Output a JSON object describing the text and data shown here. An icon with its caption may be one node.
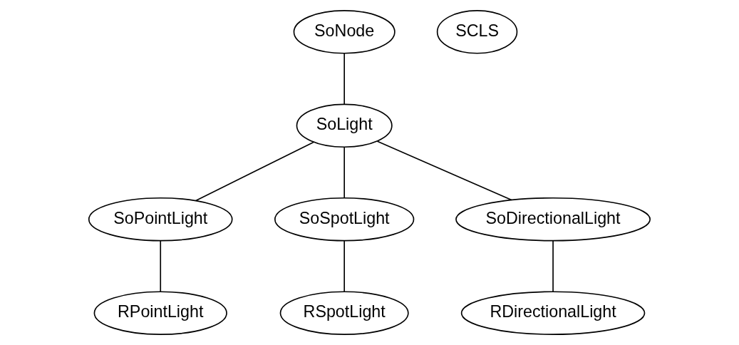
{
  "diagram": {
    "nodes": [
      {
        "text": [
          "SoNode"
        ]
      },
      {
        "text": [
          "SoLight"
        ]
      },
      {
        "text": [
          "SoPointLight"
        ]
      },
      {
        "text": [
          "SoSpotLight"
        ]
      },
      {
        "text": [
          "SoDirectionalLight"
        ]
      },
      {
        "text": [
          "RPointLight"
        ]
      },
      {
        "text": [
          "RSpotLight"
        ]
      },
      {
        "text": [
          "RDirectionalLight"
        ]
      },
      {
        "text": [
          "SCLS"
        ]
      }
    ],
    "edges": [
      {
        "from": 0,
        "to": 1,
        "arrow": "none"
      },
      {
        "from": 1,
        "to": 2,
        "arrow": "none"
      },
      {
        "from": 1,
        "to": 3,
        "arrow": "none"
      },
      {
        "from": 1,
        "to": 4,
        "arrow": "none"
      },
      {
        "from": 2,
        "to": 5,
        "arrow": "none"
      },
      {
        "from": 3,
        "to": 6,
        "arrow": "none"
      },
      {
        "from": 4,
        "to": 7,
        "arrow": "none"
      }
    ]
  }
}
